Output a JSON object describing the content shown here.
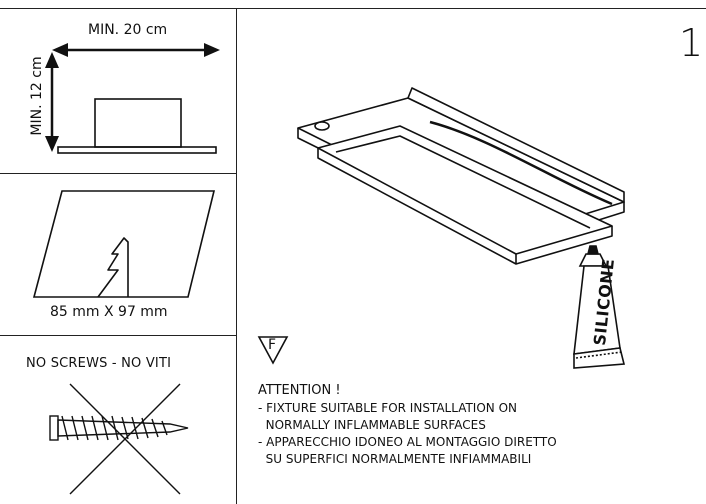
{
  "clearance": {
    "width_label": "MIN. 20 cm",
    "height_label": "MIN. 12 cm"
  },
  "cutout": {
    "size_label": "85 mm X 97 mm"
  },
  "mounting": {
    "heading": "NO SCREWS - NO VITI"
  },
  "step": {
    "number": "1"
  },
  "product_labels": {
    "tube_label": "SILICONE",
    "flammability_mark": "F"
  },
  "warning": {
    "title": "ATTENTION !",
    "lines": [
      "- FIXTURE SUITABLE FOR INSTALLATION ON",
      "  NORMALLY INFLAMMABLE SURFACES",
      "- APPARECCHIO IDONEO AL MONTAGGIO DIRETTO",
      "  SU SUPERFICI NORMALMENTE INFIAMMABILI"
    ]
  }
}
